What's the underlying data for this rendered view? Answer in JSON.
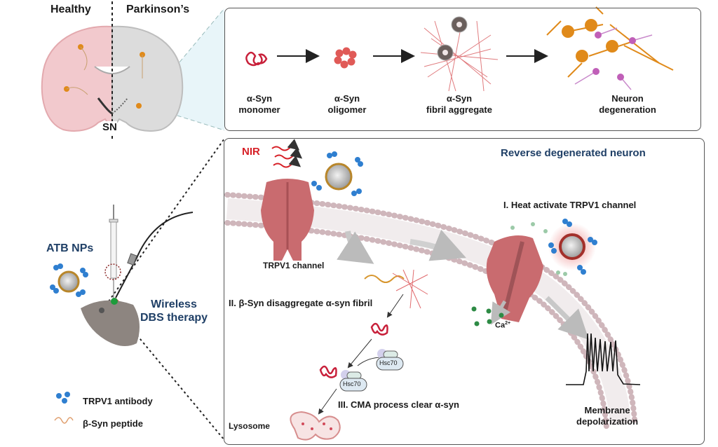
{
  "figure": {
    "brain": {
      "healthy_label": "Healthy",
      "parkinsons_label": "Parkinson’s",
      "sn_label": "SN"
    },
    "top_panel": {
      "stages": [
        {
          "line1": "α-Syn",
          "line2": "monomer"
        },
        {
          "line1": "α-Syn",
          "line2": "oligomer"
        },
        {
          "line1": "α-Syn",
          "line2": "fibril aggregate"
        },
        {
          "line1": "Neuron",
          "line2": "degeneration"
        }
      ]
    },
    "left": {
      "atb_label": "ATB NPs",
      "wireless_line1": "Wireless",
      "wireless_line2": "DBS therapy",
      "legend": [
        {
          "icon": "antibody-icon",
          "label": "TRPV1 antibody"
        },
        {
          "icon": "peptide-icon",
          "label": "β-Syn peptide"
        }
      ]
    },
    "bottom_panel": {
      "title": "Reverse degenerated neuron",
      "nir_label": "NIR",
      "trpv1_label": "TRPV1 channel",
      "step1": "I. Heat activate TRPV1 channel",
      "step2": "II. β-Syn disaggregate α-syn fibril",
      "step3": "III. CMA process clear α-syn",
      "hsc70_a": "Hsc70",
      "hsc70_b": "Hsc70",
      "lysosome_label": "Lysosome",
      "ca_label": "Ca",
      "ca_sup": "2+",
      "membrane_line1": "Membrane",
      "membrane_line2": "depolarization"
    },
    "colors": {
      "navy": "#1f3f66",
      "nir_red": "#d61f26",
      "channel": "#c96b6f",
      "syn_red": "#c8203a",
      "membrane_head": "#cfb6bb",
      "calcium": "#2e8b45",
      "neuron_orange": "#e08a1a",
      "neuron_purple": "#c05fb8",
      "antibody_blue": "#2f7fd0"
    }
  }
}
